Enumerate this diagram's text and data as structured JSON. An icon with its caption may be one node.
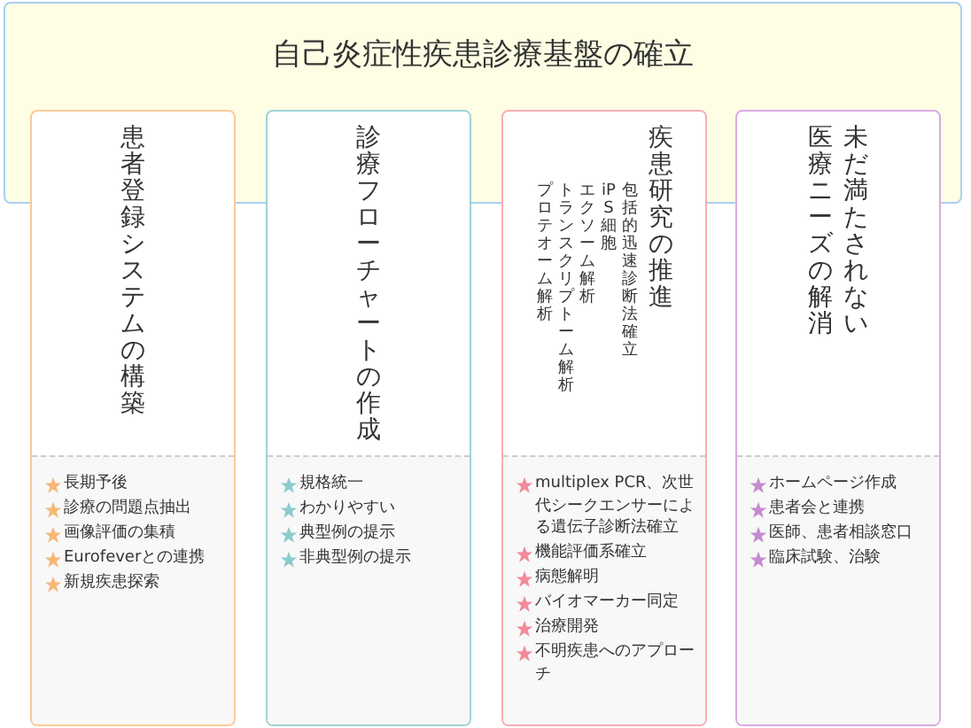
{
  "diagram": {
    "nodes": [
      {
        "text": [
          "自己炎症性疾患診療基盤の確立"
        ]
      },
      {
        "text": [
          "患者登録システムの構築",
          "長期予後",
          "診療の問題点抽出",
          "画像評価の集積",
          "Eurofeverとの連携",
          "新規疾患探索"
        ]
      },
      {
        "text": [
          "診療フローチャートの作成",
          "規格統一",
          "わかりやすい",
          "典型例の提示",
          "非典型例の提示"
        ]
      },
      {
        "text": [
          "疾患研究の推進",
          "包括的迅速診断法確立",
          "iPS細胞",
          "エクソーム解析",
          "トランスクリプトーム解析",
          "プロテオーム解析",
          "multiplex PCR、次世代シークエンサーによる遺伝子診断法確立",
          "機能評価系確立",
          "病態解明",
          "バイオマーカー同定",
          "治療開発",
          "不明疾患へのアプローチ"
        ]
      },
      {
        "text": [
          "未だ満たされない医療ニーズの解消",
          "ホームページ作成",
          "患者会と連携",
          "医師、患者相談窓口",
          "臨床試験、治験"
        ]
      }
    ],
    "edges": []
  }
}
